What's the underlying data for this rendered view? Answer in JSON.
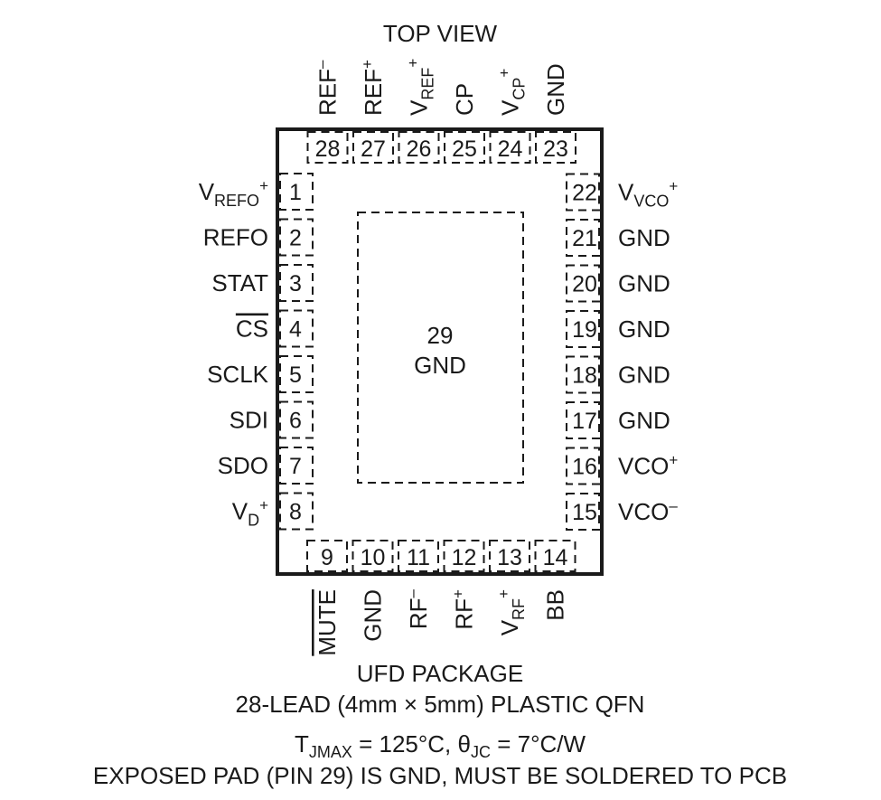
{
  "title": "TOP VIEW",
  "pins_left": [
    {
      "num": "1",
      "label": {
        "main": "V",
        "sub": "REFO",
        "sup": "+"
      }
    },
    {
      "num": "2",
      "label": {
        "main": "REFO"
      }
    },
    {
      "num": "3",
      "label": {
        "main": "STAT"
      }
    },
    {
      "num": "4",
      "label": {
        "main": "CS",
        "overline": true
      }
    },
    {
      "num": "5",
      "label": {
        "main": "SCLK"
      }
    },
    {
      "num": "6",
      "label": {
        "main": "SDI"
      }
    },
    {
      "num": "7",
      "label": {
        "main": "SDO"
      }
    },
    {
      "num": "8",
      "label": {
        "main": "V",
        "sub": "D",
        "sup": "+"
      }
    }
  ],
  "pins_bottom": [
    {
      "num": "9",
      "label": {
        "main": "MUTE",
        "overline": true
      }
    },
    {
      "num": "10",
      "label": {
        "main": "GND"
      }
    },
    {
      "num": "11",
      "label": {
        "main": "RF",
        "sup": "–"
      }
    },
    {
      "num": "12",
      "label": {
        "main": "RF",
        "sup": "+"
      }
    },
    {
      "num": "13",
      "label": {
        "main": "V",
        "sub": "RF",
        "sup": "+"
      }
    },
    {
      "num": "14",
      "label": {
        "main": "BB"
      }
    }
  ],
  "pins_right": [
    {
      "num": "15",
      "label": {
        "main": "VCO",
        "sup": "–"
      }
    },
    {
      "num": "16",
      "label": {
        "main": "VCO",
        "sup": "+"
      }
    },
    {
      "num": "17",
      "label": {
        "main": "GND"
      }
    },
    {
      "num": "18",
      "label": {
        "main": "GND"
      }
    },
    {
      "num": "19",
      "label": {
        "main": "GND"
      }
    },
    {
      "num": "20",
      "label": {
        "main": "GND"
      }
    },
    {
      "num": "21",
      "label": {
        "main": "GND"
      }
    },
    {
      "num": "22",
      "label": {
        "main": "V",
        "sub": "VCO",
        "sup": "+"
      }
    }
  ],
  "pins_top": [
    {
      "num": "23",
      "label": {
        "main": "GND"
      }
    },
    {
      "num": "24",
      "label": {
        "main": "V",
        "sub": "CP",
        "sup": "+"
      }
    },
    {
      "num": "25",
      "label": {
        "main": "CP"
      }
    },
    {
      "num": "26",
      "label": {
        "main": "V",
        "sub": "REF",
        "sup": "+"
      }
    },
    {
      "num": "27",
      "label": {
        "main": "REF",
        "sup": "+"
      }
    },
    {
      "num": "28",
      "label": {
        "main": "REF",
        "sup": "–"
      }
    }
  ],
  "exposed_pad": {
    "num": "29",
    "label": "GND"
  },
  "caption": {
    "package": "UFD PACKAGE",
    "description": "28-LEAD (4mm × 5mm) PLASTIC QFN",
    "thermal": {
      "t_main": "T",
      "t_sub": "JMAX",
      "t_rest": " = 125°C, ",
      "theta_main": "θ",
      "theta_sub": "JC",
      "theta_rest": " = 7°C/W"
    },
    "note": "EXPOSED PAD (PIN 29) IS GND, MUST BE SOLDERED TO PCB"
  }
}
